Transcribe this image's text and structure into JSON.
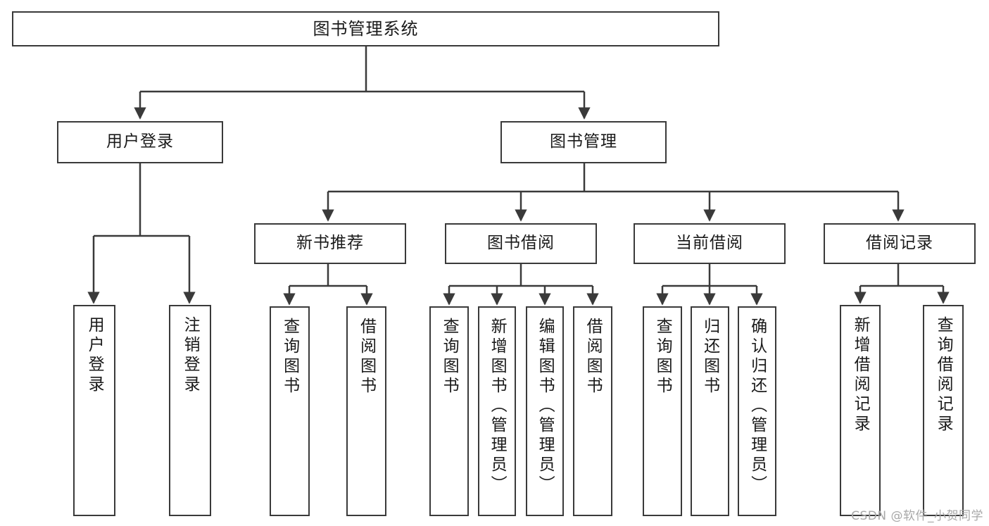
{
  "diagram": {
    "title": "图书管理系统",
    "type": "hierarchy-tree",
    "watermark": "CSDN @软件_小贺同学",
    "colors": {
      "background": "#ffffff",
      "box_border": "#3a3a3a",
      "box_fill": "#ffffff",
      "text": "#1a1a1a",
      "edge": "#3a3a3a",
      "watermark": "#a8a8a8"
    },
    "levels": {
      "root": {
        "label": "图书管理系统"
      },
      "level2": [
        {
          "id": "user-login",
          "label": "用户登录"
        },
        {
          "id": "book-management",
          "label": "图书管理"
        }
      ],
      "level3": [
        {
          "id": "new-book-recommend",
          "label": "新书推荐"
        },
        {
          "id": "book-borrow",
          "label": "图书借阅"
        },
        {
          "id": "current-borrow",
          "label": "当前借阅"
        },
        {
          "id": "borrow-record",
          "label": "借阅记录"
        }
      ],
      "leaves": {
        "user_login": [
          {
            "id": "leaf-user-login",
            "label": "用户登录"
          },
          {
            "id": "leaf-logout",
            "label": "注销登录"
          }
        ],
        "new_book_recommend": [
          {
            "id": "leaf-query-book-1",
            "label": "查询图书"
          },
          {
            "id": "leaf-borrow-book-1",
            "label": "借阅图书"
          }
        ],
        "book_borrow": [
          {
            "id": "leaf-query-book-2",
            "label": "查询图书"
          },
          {
            "id": "leaf-add-book",
            "label": "新增图书（管理员）"
          },
          {
            "id": "leaf-edit-book",
            "label": "编辑图书（管理员）"
          },
          {
            "id": "leaf-borrow-book-2",
            "label": "借阅图书"
          }
        ],
        "current_borrow": [
          {
            "id": "leaf-query-book-3",
            "label": "查询图书"
          },
          {
            "id": "leaf-return-book",
            "label": "归还图书"
          },
          {
            "id": "leaf-confirm-return",
            "label": "确认归还（管理员）"
          }
        ],
        "borrow_record": [
          {
            "id": "leaf-add-record",
            "label": "新增借阅记录"
          },
          {
            "id": "leaf-query-record",
            "label": "查询借阅记录"
          }
        ]
      }
    }
  }
}
